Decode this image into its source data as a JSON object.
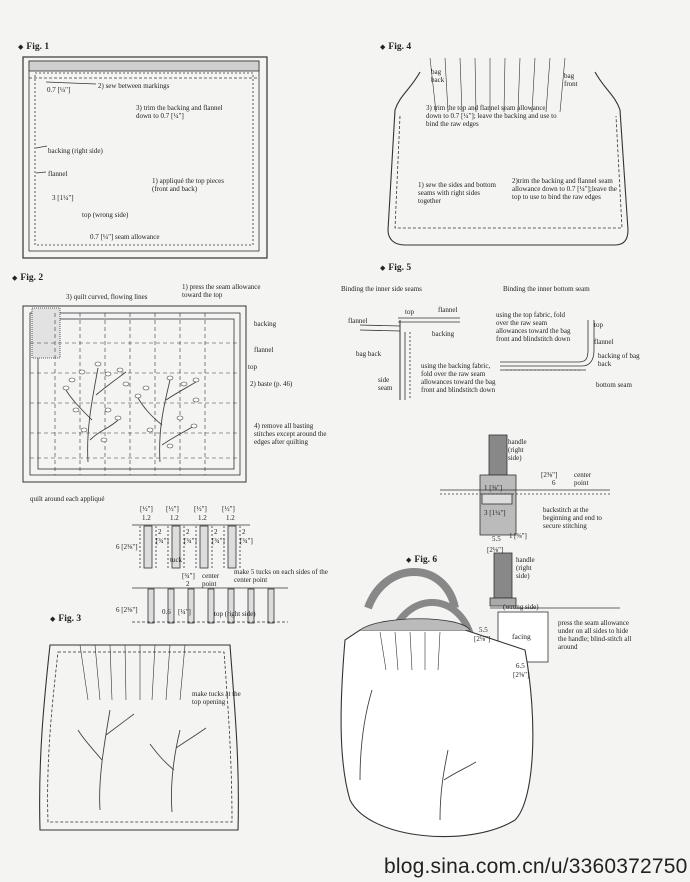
{
  "fig1": {
    "title": "Fig. 1",
    "labels": {
      "sa_top": "0.7 [¼\"]",
      "sew_between": "2) sew between markings",
      "trim_backing": "3) trim the backing and flannel down to 0.7 [¼\"]",
      "backing": "backing (right side)",
      "flannel": "flannel",
      "three": "3 [1¼\"]",
      "top_wrong": "top (wrong side)",
      "applique": "1) appliqué the top pieces (front and back)",
      "seam_allow": "0.7 [¼\"] seam allowance"
    }
  },
  "fig2": {
    "title": "Fig. 2",
    "labels": {
      "quilt_curved": "3) quilt curved, flowing lines",
      "press_seam": "1) press the seam allowance toward the top",
      "backing": "backing",
      "flannel": "flannel",
      "top": "top",
      "baste": "2) baste (p. 46)",
      "remove_basting": "4) remove all basting stitches except around the edges after quilting",
      "quilt_around": "quilt around each appliqué"
    }
  },
  "tucks": {
    "half": "[½\"]",
    "v12": "1.2",
    "v2": "2",
    "threequarter": "[¾\"]",
    "six": "6 [2⅜\"]",
    "tuck": "tuck",
    "two_b": "2",
    "center_point": "center point",
    "make5": "make 5 tucks on each sides of the center point",
    "v06": "0.6",
    "quarter": "[¼\"]",
    "top_opening": "top (right side)"
  },
  "fig3": {
    "title": "Fig. 3",
    "make_tucks": "make tucks at the top opening"
  },
  "fig4": {
    "title": "Fig. 4",
    "bag_back": "bag back",
    "bag_front": "bag front",
    "trim_top": "3) trim the top and flannel seam allowance down to 0.7 [¼\"]; leave the backing and use to bind the raw edges",
    "sew_sides": "1) sew the sides and bottom seams with right sides together",
    "trim_backing": "2)trim the backing and flannel seam allowance down to 0.7 [¼\"];leave the top to use to bind the raw edges"
  },
  "fig5": {
    "title": "Fig. 5",
    "binding_side": "Binding the inner side seams",
    "binding_bottom": "Binding the inner bottom seam",
    "flannel": "flannel",
    "top": "top",
    "flannel2": "flannel",
    "backing": "backing",
    "bag_back": "bag back",
    "side_seam": "side seam",
    "using_backing": "using the backing fabric, fold over the raw seam allowances toward the bag front and blindstitch down",
    "using_top": "using the top fabric, fold over the raw seam allowances toward the bag front and blindstitch down",
    "top_b": "top",
    "flannel_b": "flannel",
    "backing_bag_back": "backing of bag back",
    "bottom_seam": "bottom seam"
  },
  "handle": {
    "handle_rs": "handle (right side)",
    "one_quarter": "1 [⅜\"]",
    "three_quarter": "3 [1¼\"]",
    "two_three8": "[2⅜\"]",
    "six": "6",
    "center_point": "center point",
    "backstitch": "backstitch at the beginning and end to secure stitching",
    "one_b": "1",
    "one_three8": "[⅜\"]",
    "five5": "5.5",
    "bottom_dim": "[2⅛\"]"
  },
  "fig6": {
    "title": "Fig. 6",
    "handle_rs": "handle (right side)",
    "wrong_side": "(wrong side)",
    "five5": "5.5",
    "two_eighth": "[2⅛\"]",
    "facing": "facing",
    "six5": "6.5",
    "two_58": "[2⅝\"]",
    "press_seam": "press the seam allowance under on all sides to hide the handle; blind-stitch all around"
  },
  "watermark": "blog.sina.com.cn/u/3360372750"
}
